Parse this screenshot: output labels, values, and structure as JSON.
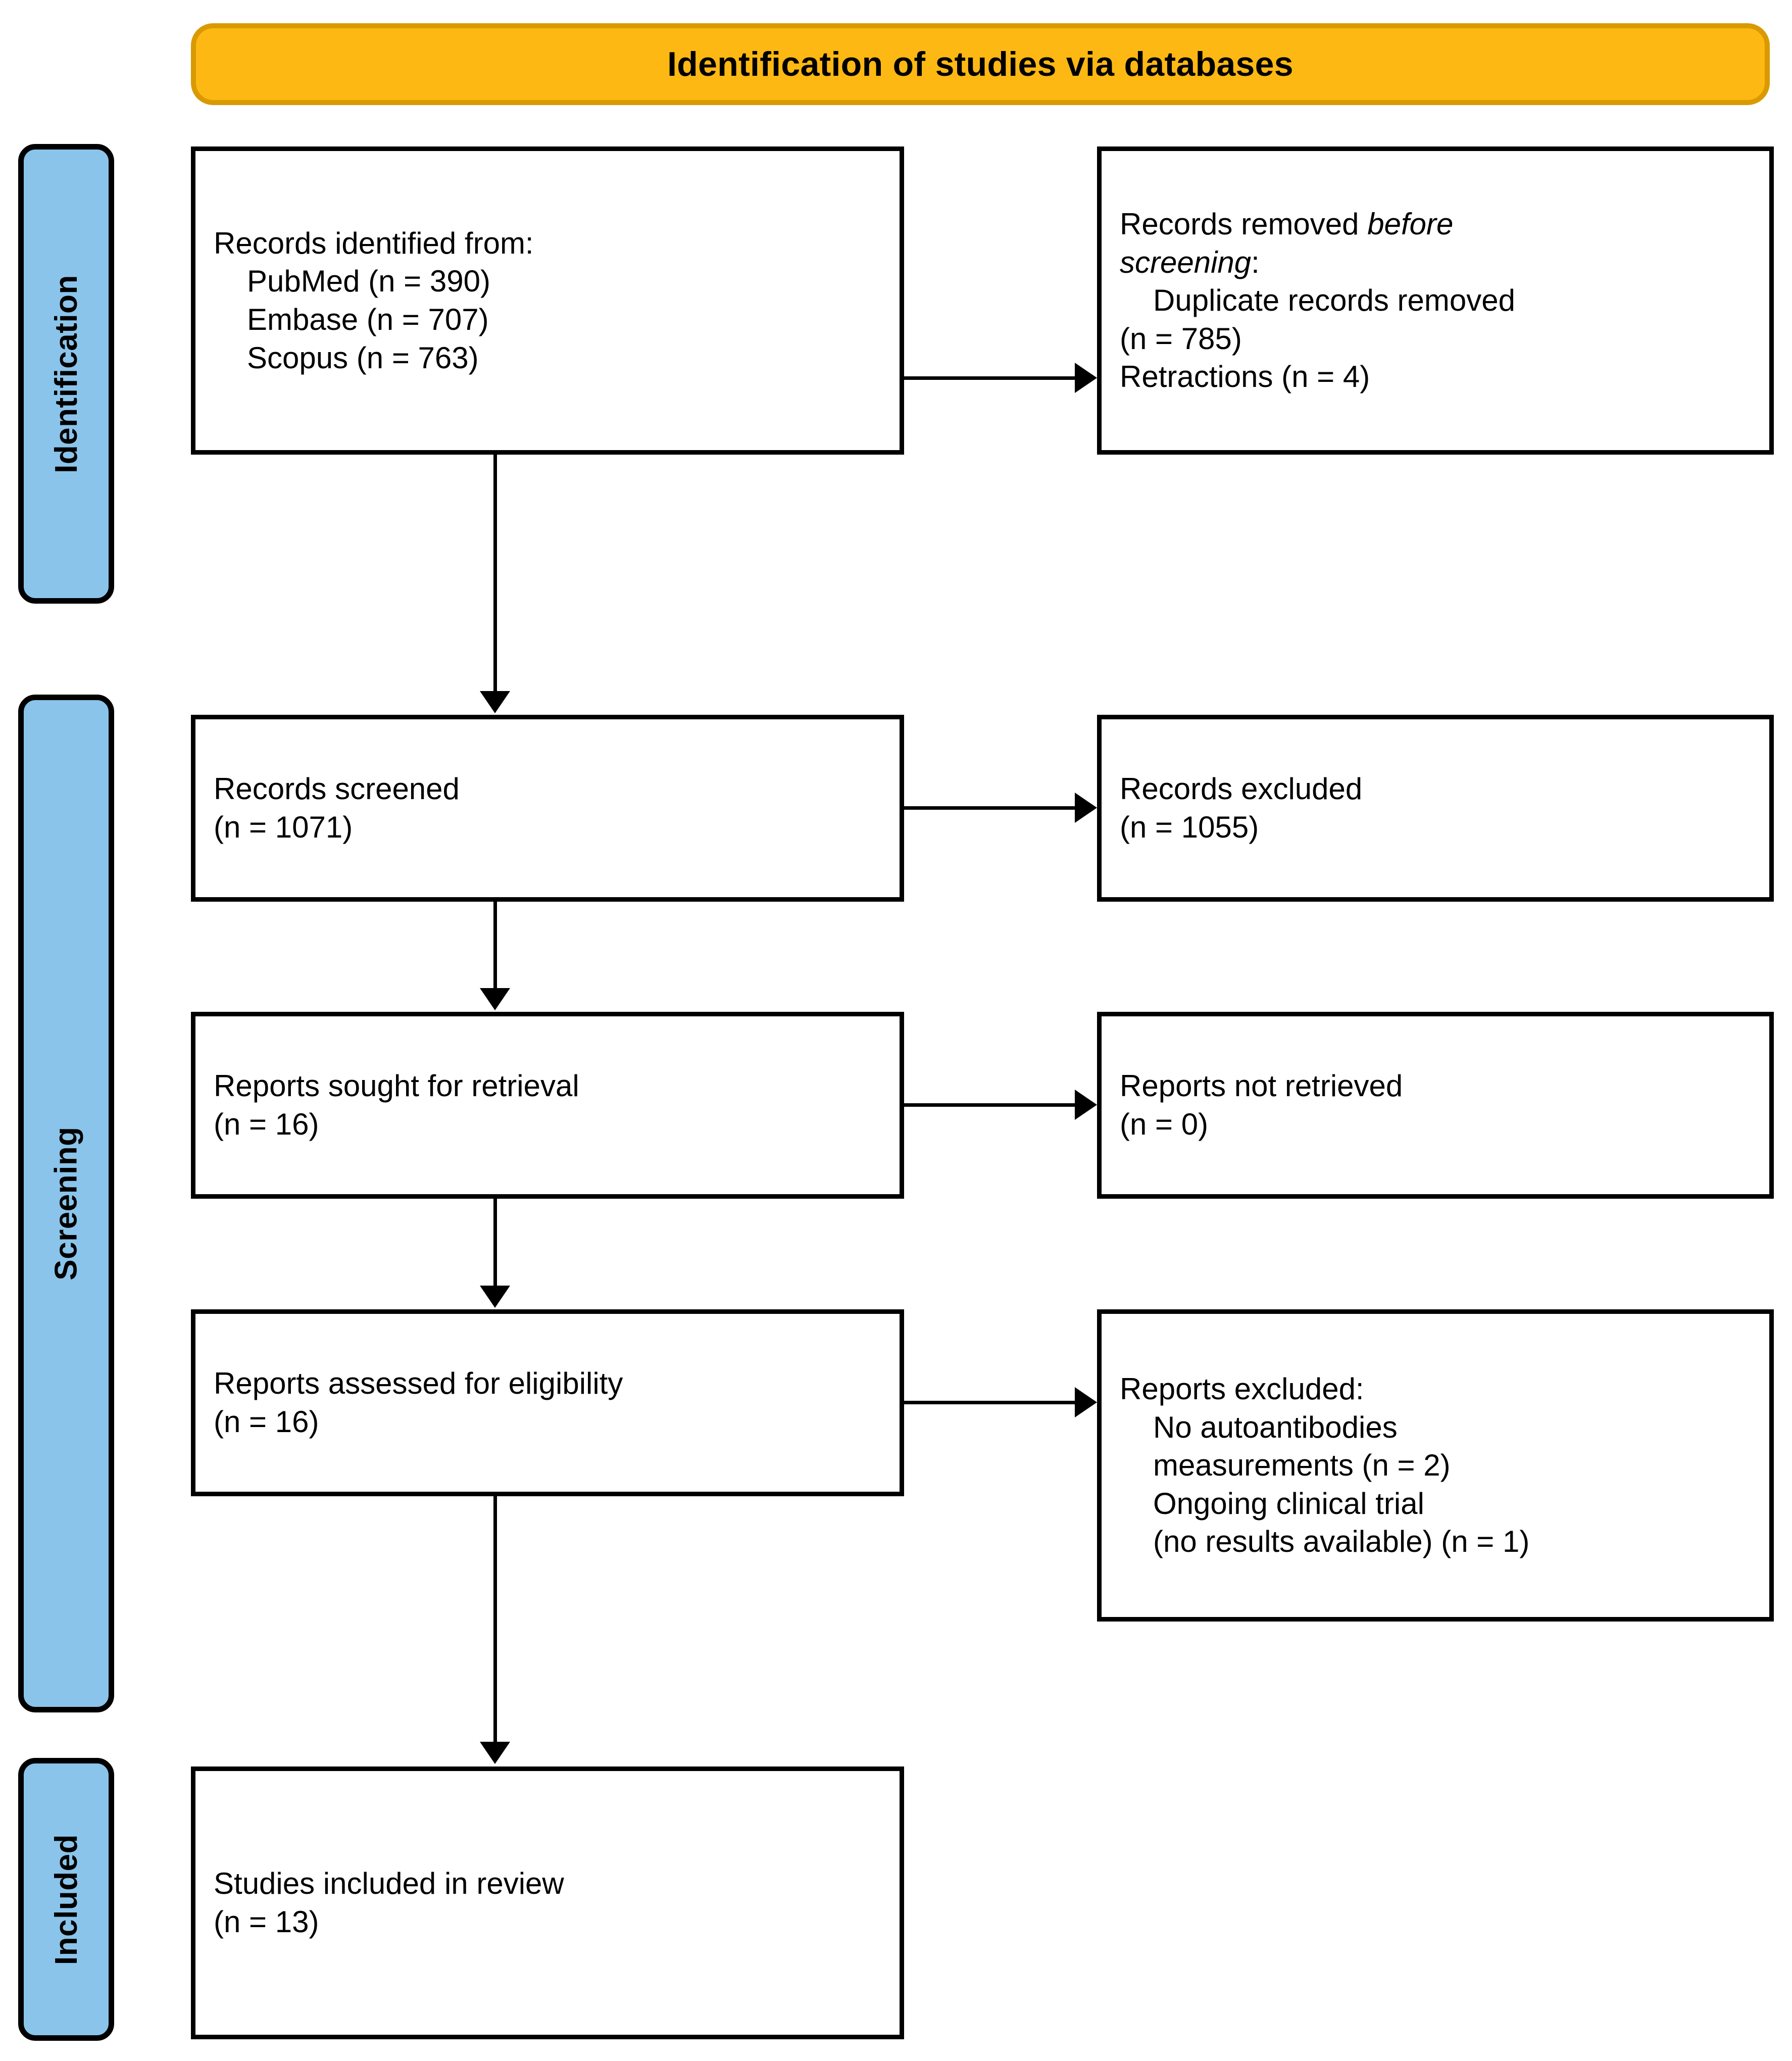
{
  "banner": {
    "title": "Identification of studies via databases"
  },
  "stages": [
    {
      "id": "identification",
      "label": "Identification"
    },
    {
      "id": "screening",
      "label": "Screening"
    },
    {
      "id": "included",
      "label": "Included"
    }
  ],
  "boxes": {
    "identified": {
      "lines": [
        "Records identified from:",
        "PubMed (n = 390)",
        "Embase (n = 707)",
        "Scopus (n = 763)"
      ]
    },
    "removed": {
      "line1_plain": "Records removed ",
      "line1_italic": "before",
      "line2_italic": "screening",
      "line2_plain": ":",
      "line3": "Duplicate records removed",
      "line4": "(n = 785)",
      "line5": "Retractions (n = 4)"
    },
    "screened": {
      "lines": [
        "Records screened",
        "(n = 1071)"
      ]
    },
    "excluded": {
      "lines": [
        "Records excluded",
        "(n = 1055)"
      ]
    },
    "sought": {
      "lines": [
        "Reports sought for retrieval",
        "(n = 16)"
      ]
    },
    "not_retrieved": {
      "lines": [
        "Reports not retrieved",
        "(n = 0)"
      ]
    },
    "assessed": {
      "lines": [
        "Reports assessed for eligibility",
        "(n = 16)"
      ]
    },
    "reports_excluded": {
      "lines": [
        "Reports excluded:",
        "No autoantibodies",
        "measurements (n = 2)",
        "Ongoing clinical trial",
        "(no results available) (n = 1)"
      ]
    },
    "included": {
      "lines": [
        "Studies included in review",
        "(n = 13)"
      ]
    }
  },
  "colors": {
    "banner_fill": "#FDB813",
    "banner_border": "#D99A00",
    "stage_tab_fill": "#8AC4EA",
    "box_border": "#000000",
    "text": "#000000"
  }
}
